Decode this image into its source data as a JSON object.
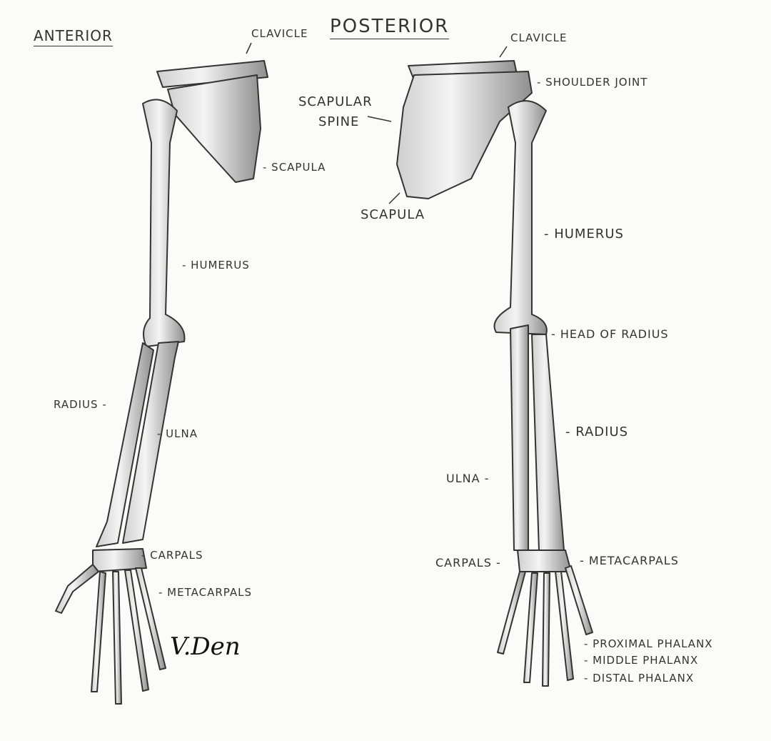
{
  "anterior": {
    "title": "ANTERIOR",
    "labels": {
      "clavicle": "CLAVICLE",
      "scapula": "- SCAPULA",
      "humerus": "- HUMERUS",
      "radius": "RADIUS -",
      "ulna": "- ULNA",
      "carpals": "- CARPALS",
      "metacarpals": "- METACARPALS"
    }
  },
  "posterior": {
    "title": "POSTERIOR",
    "labels": {
      "clavicle": "CLAVICLE",
      "shoulder_joint": "- SHOULDER JOINT",
      "scapular_spine_1": "SCAPULAR",
      "scapular_spine_2": "SPINE",
      "scapula": "SCAPULA",
      "humerus": "- HUMERUS",
      "head_of_radius": "- HEAD OF RADIUS",
      "radius": "- RADIUS",
      "ulna": "ULNA -",
      "carpals": "CARPALS -",
      "metacarpals": "- METACARPALS",
      "proximal_phalanx": "- PROXIMAL PHALANX",
      "middle_phalanx": "- MIDDLE PHALANX",
      "distal_phalanx": "- DISTAL PHALANX"
    }
  },
  "signature": "V.Den"
}
